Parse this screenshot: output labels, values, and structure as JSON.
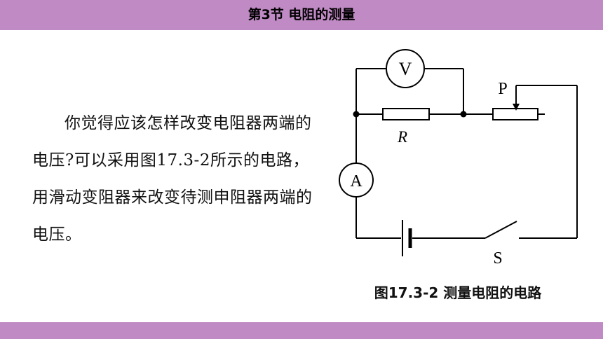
{
  "header": {
    "title": "第3节  电阻的测量"
  },
  "body": {
    "paragraph": "你觉得应该怎样改变电阻器两端的电压?可以采用图17.3-2所示的电路，用滑动变阻器来改变待测申阻器两端的电压。"
  },
  "figure": {
    "caption": "图17.3-2 测量电阻的电路",
    "labels": {
      "voltmeter": "V",
      "ammeter": "A",
      "resistor": "R",
      "slider": "P",
      "switch": "S"
    }
  },
  "colors": {
    "bar": "#c08ac4"
  }
}
